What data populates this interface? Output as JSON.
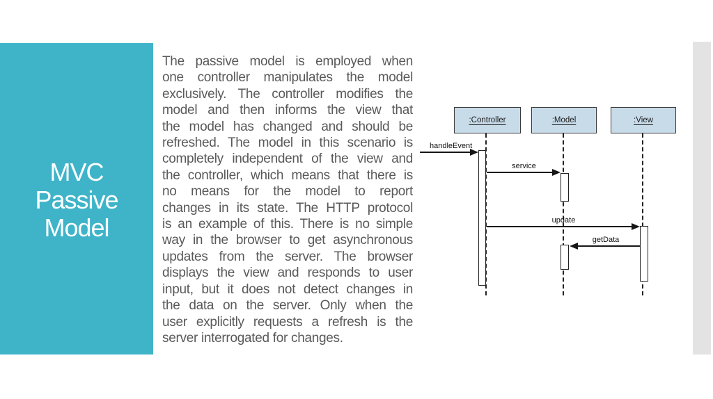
{
  "slide": {
    "title_lines": [
      "MVC",
      "Passive",
      "Model"
    ]
  },
  "body": {
    "lines": [
      "The passive model is employed when",
      "one controller manipulates the model",
      "exclusively. The controller modifies the",
      "model and then informs the view that",
      "the model has changed and should be",
      "refreshed. The model in this scenario is",
      "completely independent of the view and",
      "the controller, which means that there is",
      "no means for the model to report",
      "changes in its state. The HTTP protocol",
      "is an example of this. There is no simple",
      "way in the browser to get asynchronous",
      "updates from the server. The browser",
      "displays the view and responds to user",
      "input, but it does not detect changes in",
      "the data on the server. Only when the",
      "user explicitly requests a refresh is the",
      "server interrogated for changes."
    ]
  },
  "diagram": {
    "type": "uml-sequence",
    "actors": [
      {
        "label": ":Controller"
      },
      {
        "label": ":Model"
      },
      {
        "label": ":View"
      }
    ],
    "messages": [
      {
        "label": "handleEvent",
        "from": "external",
        "to": ":Controller"
      },
      {
        "label": "service",
        "from": ":Controller",
        "to": ":Model"
      },
      {
        "label": "update",
        "from": ":Controller",
        "to": ":View"
      },
      {
        "label": "getData",
        "from": ":View",
        "to": ":Model"
      }
    ]
  },
  "colors": {
    "accent-teal": "#3fb4c9",
    "actor-fill": "#c8dbe9",
    "side-strip": "#e3e3e3",
    "body-text": "#595959",
    "title-text": "#ffffff",
    "diagram-stroke": "#161616"
  }
}
